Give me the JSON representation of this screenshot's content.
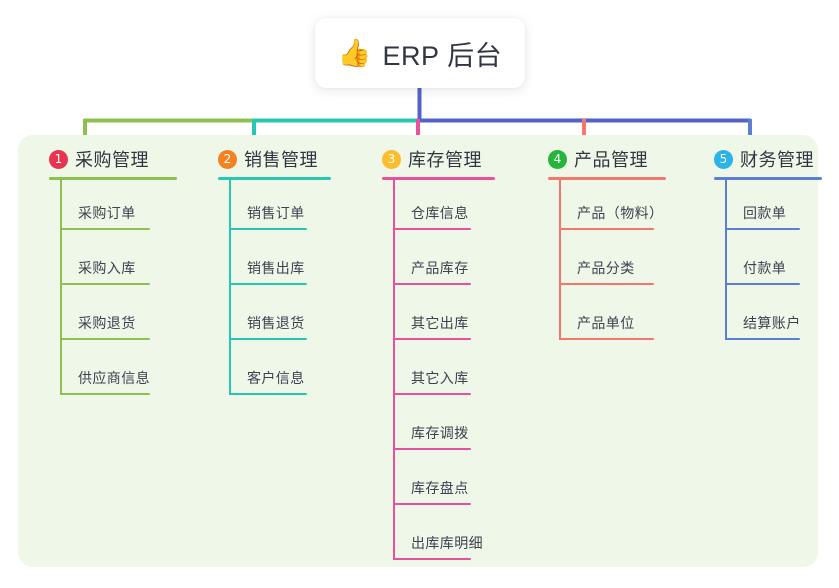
{
  "root": {
    "icon": "thumbs-up-icon",
    "emoji": "👍",
    "title": "ERP 后台"
  },
  "palette": {
    "page_background": "#ffffff",
    "panel_background": "#eef7e8",
    "root_background": "#ffffff",
    "root_text": "#303642",
    "trunk": "#5362c8",
    "bus_left": "#7cb342",
    "bus_mid": "#1fbfa8",
    "bus_right": "#5362c8",
    "leaf_text": "#3c4350",
    "title_text": "#2f3640"
  },
  "columns": [
    {
      "index": "1",
      "title": "采购管理",
      "badge_color": "#e8344e",
      "line_color": "#8cc152",
      "drop_color": "#8cc152",
      "items": [
        "采购订单",
        "采购入库",
        "采购退货",
        "供应商信息"
      ]
    },
    {
      "index": "2",
      "title": "销售管理",
      "badge_color": "#f58220",
      "line_color": "#27c7b4",
      "drop_color": "#27c7b4",
      "items": [
        "销售订单",
        "销售出库",
        "销售退货",
        "客户信息"
      ]
    },
    {
      "index": "3",
      "title": "库存管理",
      "badge_color": "#fbbd2e",
      "line_color": "#e9519d",
      "drop_color": "#e9519d",
      "items": [
        "仓库信息",
        "产品库存",
        "其它出库",
        "其它入库",
        "库存调拨",
        "库存盘点",
        "出库库明细"
      ]
    },
    {
      "index": "4",
      "title": "产品管理",
      "badge_color": "#27b43a",
      "line_color": "#f4776c",
      "drop_color": "#f4776c",
      "items": [
        "产品（物料）",
        "产品分类",
        "产品单位"
      ]
    },
    {
      "index": "5",
      "title": "财务管理",
      "badge_color": "#2ab4e8",
      "line_color": "#5b7fd4",
      "drop_color": "#5b7fd4",
      "items": [
        "回款单",
        "付款单",
        "结算账户"
      ]
    }
  ]
}
